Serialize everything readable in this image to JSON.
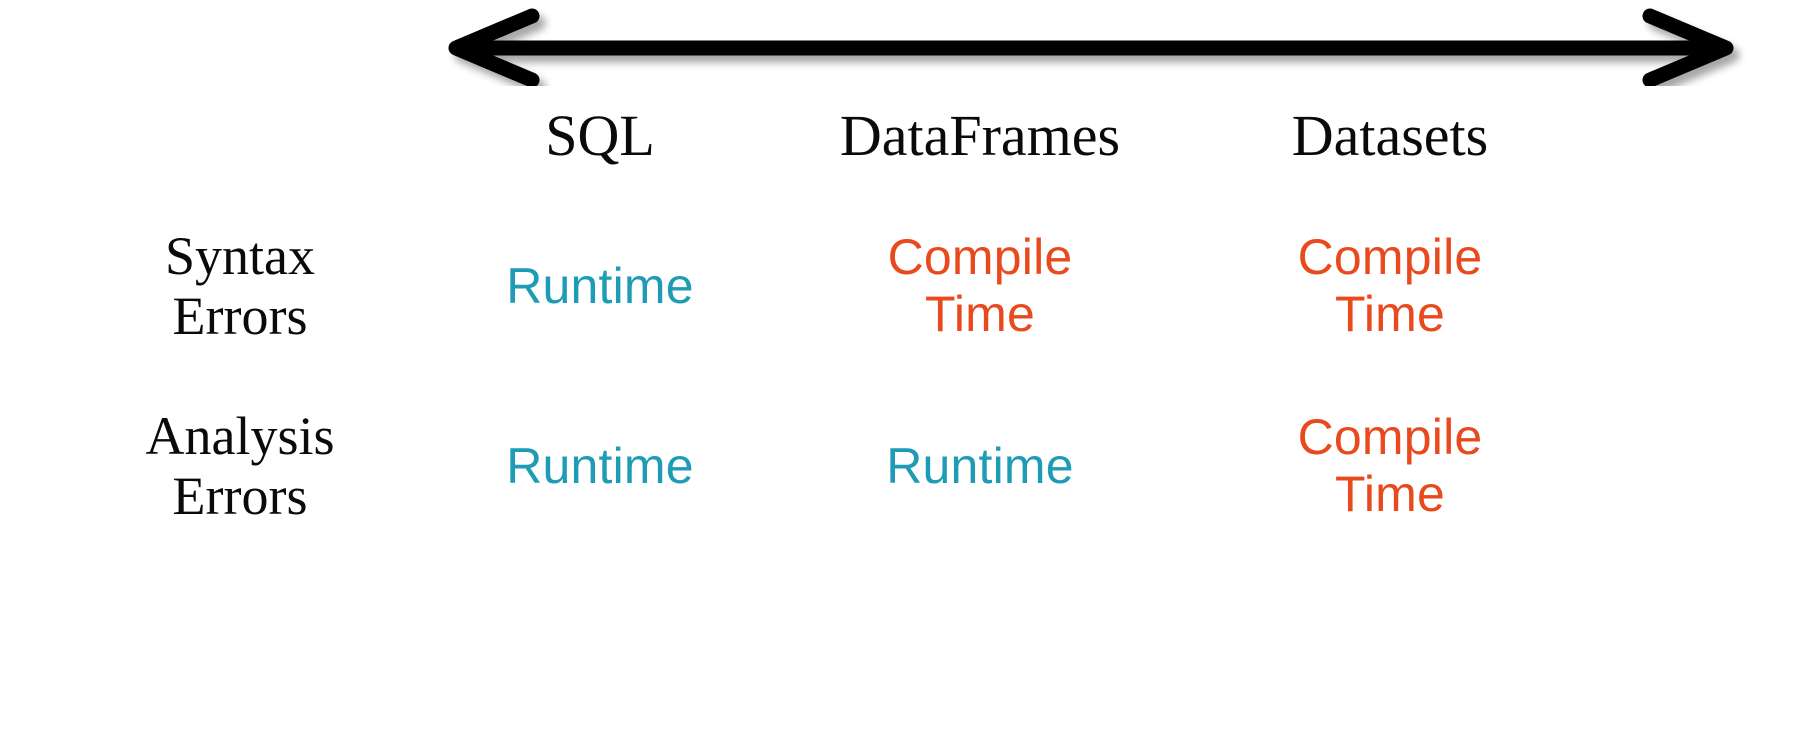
{
  "arrow": {
    "name": "double-headed-arrow",
    "direction": "bidirectional-horizontal",
    "color": "#000000",
    "meaning": "spectrum from SQL to Datasets"
  },
  "palette": {
    "runtime": "#1f9cb5",
    "compile_time": "#e8491d",
    "text": "#0a0a0a",
    "background": "#ffffff"
  },
  "columns": [
    {
      "label": "SQL"
    },
    {
      "label": "DataFrames"
    },
    {
      "label": "Datasets"
    }
  ],
  "rows": [
    {
      "label_line1": "Syntax",
      "label_line2": "Errors",
      "cells": [
        {
          "text": "Runtime",
          "kind": "runtime"
        },
        {
          "text": "Compile\nTime",
          "kind": "compile"
        },
        {
          "text": "Compile\nTime",
          "kind": "compile"
        }
      ]
    },
    {
      "label_line1": "Analysis",
      "label_line2": "Errors",
      "cells": [
        {
          "text": "Runtime",
          "kind": "runtime"
        },
        {
          "text": "Runtime",
          "kind": "runtime"
        },
        {
          "text": "Compile\nTime",
          "kind": "compile"
        }
      ]
    }
  ],
  "chart_data": {
    "type": "table",
    "title": "",
    "categories": [
      "SQL",
      "DataFrames",
      "Datasets"
    ],
    "row_categories": [
      "Syntax Errors",
      "Analysis Errors"
    ],
    "values": [
      [
        "Runtime",
        "Compile Time",
        "Compile Time"
      ],
      [
        "Runtime",
        "Runtime",
        "Compile Time"
      ]
    ],
    "legend": [
      {
        "name": "Runtime",
        "color": "#1f9cb5"
      },
      {
        "name": "Compile Time",
        "color": "#e8491d"
      }
    ],
    "annotations": [
      "double-headed arrow spanning all three columns"
    ],
    "grid": false
  }
}
